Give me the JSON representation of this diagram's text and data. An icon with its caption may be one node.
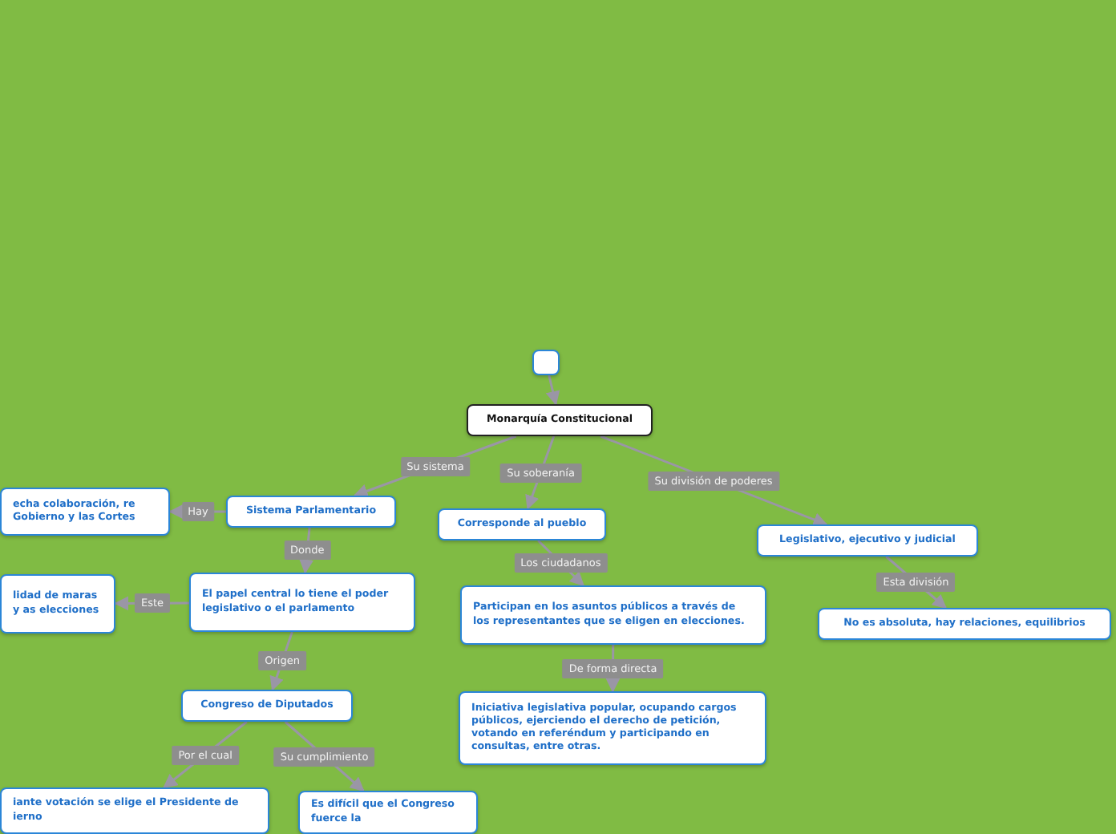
{
  "diagram": {
    "nodes": [
      {
        "text": [],
        "shape": "box"
      },
      {
        "text": [
          "Monarquía Constitucional"
        ]
      },
      {
        "text": [
          "Sistema Parlamentario"
        ]
      },
      {
        "text": [
          "Corresponde al pueblo"
        ]
      },
      {
        "text": [
          "Legislativo, ejecutivo y judicial"
        ]
      },
      {
        "text": [
          "echa colaboración, re Gobierno y las Cortes"
        ]
      },
      {
        "text": [
          "El papel central lo tiene el poder legislativo o el parlamento"
        ]
      },
      {
        "text": [
          "Participan en los asuntos públicos a través de los representantes que se eligen en elecciones."
        ]
      },
      {
        "text": [
          "No es absoluta, hay relaciones, equilibrios"
        ]
      },
      {
        "text": [
          "lidad de maras y as elecciones"
        ]
      },
      {
        "text": [
          "Iniciativa legislativa popular, ocupando cargos públicos, ejerciendo el derecho de petición, votando en referéndum y participando en consultas, entre otras."
        ]
      },
      {
        "text": [
          "Congreso de Diputados"
        ]
      },
      {
        "text": [
          "iante votación se elige el Presidente de ierno"
        ]
      },
      {
        "text": [
          "Es difícil que el Congreso fuerce la"
        ]
      }
    ],
    "edges": [
      {
        "from": 0,
        "to": 1,
        "arrow": "to"
      },
      {
        "from": 1,
        "to": 2,
        "arrow": "to",
        "label": "Su sistema"
      },
      {
        "from": 1,
        "to": 3,
        "arrow": "to",
        "label": "Su soberanía"
      },
      {
        "from": 1,
        "to": 4,
        "arrow": "to",
        "label": "Su división de poderes"
      },
      {
        "from": 2,
        "to": 5,
        "arrow": "to",
        "label": "Hay"
      },
      {
        "from": 2,
        "to": 6,
        "arrow": "to",
        "label": "Donde"
      },
      {
        "from": 3,
        "to": 7,
        "arrow": "to",
        "label": "Los ciudadanos"
      },
      {
        "from": 4,
        "to": 8,
        "arrow": "to",
        "label": "Esta división"
      },
      {
        "from": 6,
        "to": 9,
        "arrow": "to",
        "label": "Este"
      },
      {
        "from": 7,
        "to": 10,
        "arrow": "to",
        "label": "De forma directa"
      },
      {
        "from": 6,
        "to": 11,
        "arrow": "to",
        "label": "Origen"
      },
      {
        "from": 11,
        "to": 12,
        "arrow": "to",
        "label": "Por el cual"
      },
      {
        "from": 11,
        "to": 13,
        "arrow": "to",
        "label": "Su cumplimiento"
      }
    ]
  }
}
